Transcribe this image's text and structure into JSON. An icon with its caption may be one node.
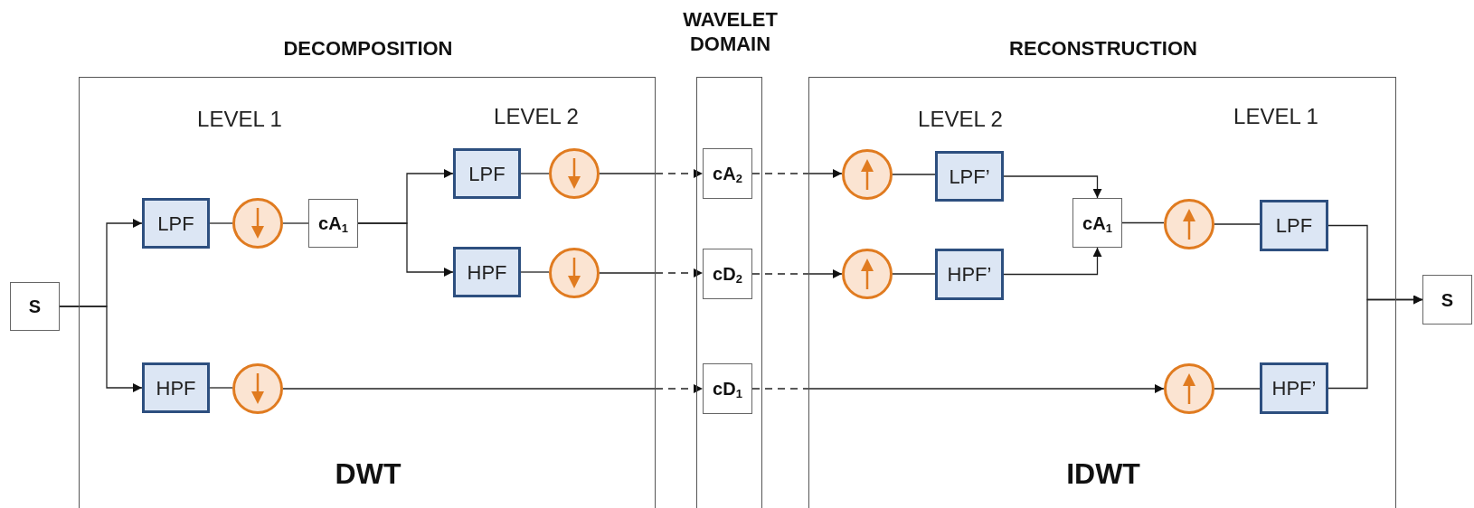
{
  "diagram": {
    "nodes": [
      {
        "text": [
          "DECOMPOSITION",
          "DWT"
        ]
      },
      {
        "text": [
          "WAVELET DOMAIN"
        ]
      },
      {
        "text": [
          "RECONSTRUCTION",
          "IDWT"
        ]
      },
      {
        "text": [
          "S"
        ]
      },
      {
        "text": [
          "LPF"
        ],
        "in": 0
      },
      {
        "text": [],
        "shape": "circle",
        "in": 0
      },
      {
        "text": [
          "cA$_{1}$"
        ],
        "in": 0
      },
      {
        "text": [
          "LPF"
        ],
        "in": 0
      },
      {
        "text": [],
        "shape": "circle",
        "in": 0
      },
      {
        "text": [
          "HPF"
        ],
        "in": 0
      },
      {
        "text": [],
        "shape": "circle",
        "in": 0
      },
      {
        "text": [
          "HPF"
        ],
        "in": 0
      },
      {
        "text": [],
        "shape": "circle",
        "in": 0
      },
      {
        "text": [
          "cA$_{2}$"
        ],
        "in": 1
      },
      {
        "text": [
          "cD$_{2}$"
        ],
        "in": 1
      },
      {
        "text": [
          "cD$_{1}$"
        ],
        "in": 1
      },
      {
        "text": [],
        "shape": "circle",
        "in": 2
      },
      {
        "text": [
          "LPF’"
        ],
        "in": 2
      },
      {
        "text": [],
        "shape": "circle",
        "in": 2
      },
      {
        "text": [
          "HPF’"
        ],
        "in": 2
      },
      {
        "text": [
          "cA$_{1}$"
        ],
        "in": 2
      },
      {
        "text": [],
        "shape": "circle",
        "in": 2
      },
      {
        "text": [
          "LPF"
        ],
        "in": 2
      },
      {
        "text": [],
        "shape": "circle",
        "in": 2
      },
      {
        "text": [
          "HPF’"
        ],
        "in": 2
      },
      {
        "text": [
          "S"
        ]
      }
    ],
    "edges": [
      {
        "from": 3,
        "to": 4,
        "arrow": "to"
      },
      {
        "from": 3,
        "to": 11,
        "arrow": "to"
      },
      {
        "from": 4,
        "to": 5,
        "arrow": "none"
      },
      {
        "from": 5,
        "to": 6,
        "arrow": "none"
      },
      {
        "from": 6,
        "to": 7,
        "arrow": "to"
      },
      {
        "from": 6,
        "to": 9,
        "arrow": "to"
      },
      {
        "from": 7,
        "to": 8,
        "arrow": "none"
      },
      {
        "from": 9,
        "to": 10,
        "arrow": "none"
      },
      {
        "from": 11,
        "to": 12,
        "arrow": "none"
      },
      {
        "from": 8,
        "to": 13,
        "arrow": "to",
        "style": "dashed"
      },
      {
        "from": 10,
        "to": 14,
        "arrow": "to",
        "style": "dashed"
      },
      {
        "from": 12,
        "to": 15,
        "arrow": "to",
        "style": "dashed"
      },
      {
        "from": 13,
        "to": 16,
        "arrow": "to",
        "style": "dashed"
      },
      {
        "from": 14,
        "to": 18,
        "arrow": "to",
        "style": "dashed"
      },
      {
        "from": 15,
        "to": 23,
        "arrow": "to",
        "style": "dashed"
      },
      {
        "from": 16,
        "to": 17,
        "arrow": "none"
      },
      {
        "from": 18,
        "to": 19,
        "arrow": "none"
      },
      {
        "from": 17,
        "to": 20,
        "arrow": "to"
      },
      {
        "from": 19,
        "to": 20,
        "arrow": "to"
      },
      {
        "from": 20,
        "to": 21,
        "arrow": "none"
      },
      {
        "from": 21,
        "to": 22,
        "arrow": "none"
      },
      {
        "from": 23,
        "to": 24,
        "arrow": "none"
      },
      {
        "from": 22,
        "to": 25,
        "arrow": "to"
      },
      {
        "from": 24,
        "to": 25,
        "arrow": "to"
      }
    ],
    "labels": [
      "LEVEL 1",
      "LEVEL 2",
      "LEVEL 2",
      "LEVEL 1"
    ]
  }
}
